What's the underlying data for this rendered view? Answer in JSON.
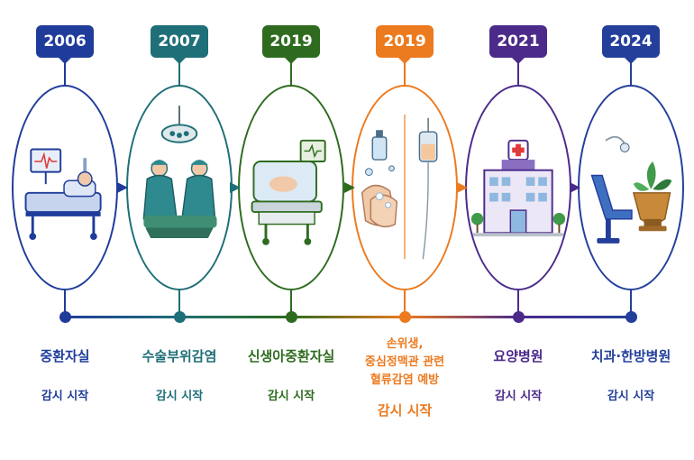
{
  "milestones": [
    {
      "year": "2006",
      "name": "중환자실",
      "sub": "감시 시작",
      "color": "#1f3c9a",
      "icon": "icu-bed-icon"
    },
    {
      "year": "2007",
      "name": "수술부위감염",
      "sub": "감시 시작",
      "color": "#1e6f78",
      "icon": "surgery-icon"
    },
    {
      "year": "2019",
      "name": "신생아중환자실",
      "sub": "감시 시작",
      "color": "#2e6b1f",
      "icon": "incubator-icon"
    },
    {
      "year": "2019",
      "name_lines": [
        "손위생,",
        "중심정맥관 관련",
        "혈류감염 예방"
      ],
      "sub": "감시 시작",
      "color": "#ec7a1f",
      "icon": "handwash-iv-icon"
    },
    {
      "year": "2021",
      "name": "요양병원",
      "sub": "감시 시작",
      "color": "#4b2a8a",
      "icon": "hospital-icon"
    },
    {
      "year": "2024",
      "name": "치과·한방병원",
      "sub": "감시 시작",
      "color": "#233f9a",
      "icon": "dental-herbal-icon"
    }
  ]
}
